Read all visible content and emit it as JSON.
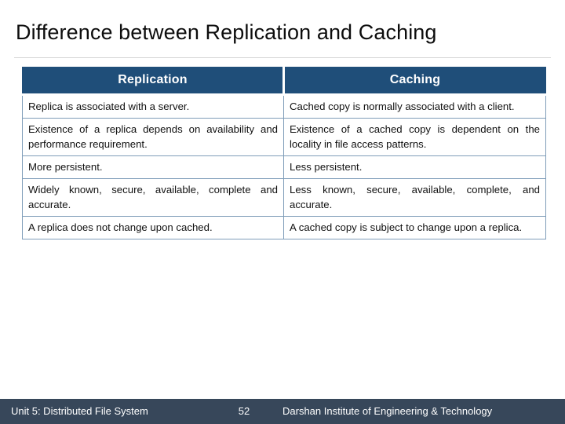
{
  "slide": {
    "title": "Difference between Replication and Caching"
  },
  "table": {
    "headers": [
      "Replication",
      "Caching"
    ],
    "header_bg": "#1F4E79",
    "header_text_color": "#FFFFFF",
    "border_color": "#7F9DB9",
    "rows": [
      {
        "replication": "Replica is associated with a server.",
        "caching": "Cached copy is normally associated with a client.",
        "justified": false
      },
      {
        "replication": "Existence of a replica depends on availability and performance requirement.",
        "caching": "Existence of a cached copy is dependent on the locality in file access patterns.",
        "justified": true
      },
      {
        "replication": "More persistent.",
        "caching": "Less persistent.",
        "justified": false
      },
      {
        "replication": "Widely known, secure, available, complete and accurate.",
        "caching": "Less known, secure, available, complete, and accurate.",
        "justified": true
      },
      {
        "replication": "A replica does not change upon cached.",
        "caching": "A cached copy is subject to change upon a replica.",
        "justified": false
      }
    ]
  },
  "footer": {
    "unit_label": "Unit 5: Distributed File System",
    "page_number": "52",
    "institute": "Darshan Institute of Engineering & Technology",
    "background": "#37475A",
    "text_color": "#FFFFFF"
  }
}
